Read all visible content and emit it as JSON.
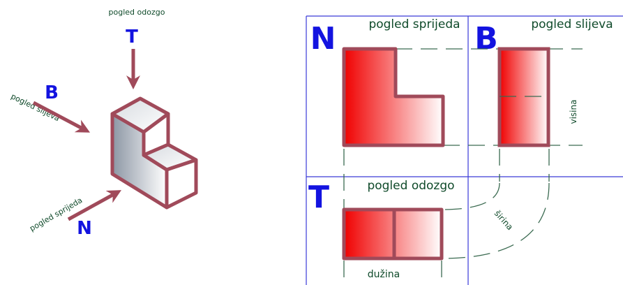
{
  "iso": {
    "top_label": "pogled odozgo",
    "top_letter": "T",
    "left_label": "pogled slijeva",
    "left_letter": "B",
    "front_label": "pogled sprijeda",
    "front_letter": "N"
  },
  "views": {
    "front_letter": "N",
    "front_title": "pogled sprijeda",
    "left_letter": "B",
    "left_title": "pogled slijeva",
    "top_letter": "T",
    "top_title": "pogled odozgo",
    "height_label": "visina",
    "width_label": "širina",
    "length_label": "dužina"
  },
  "colors": {
    "letters": "#1313e0",
    "labels": "#0f4a2a",
    "outline": "#a04a5a",
    "frame": "#3a3ad8",
    "fill_red": "#f00000"
  }
}
